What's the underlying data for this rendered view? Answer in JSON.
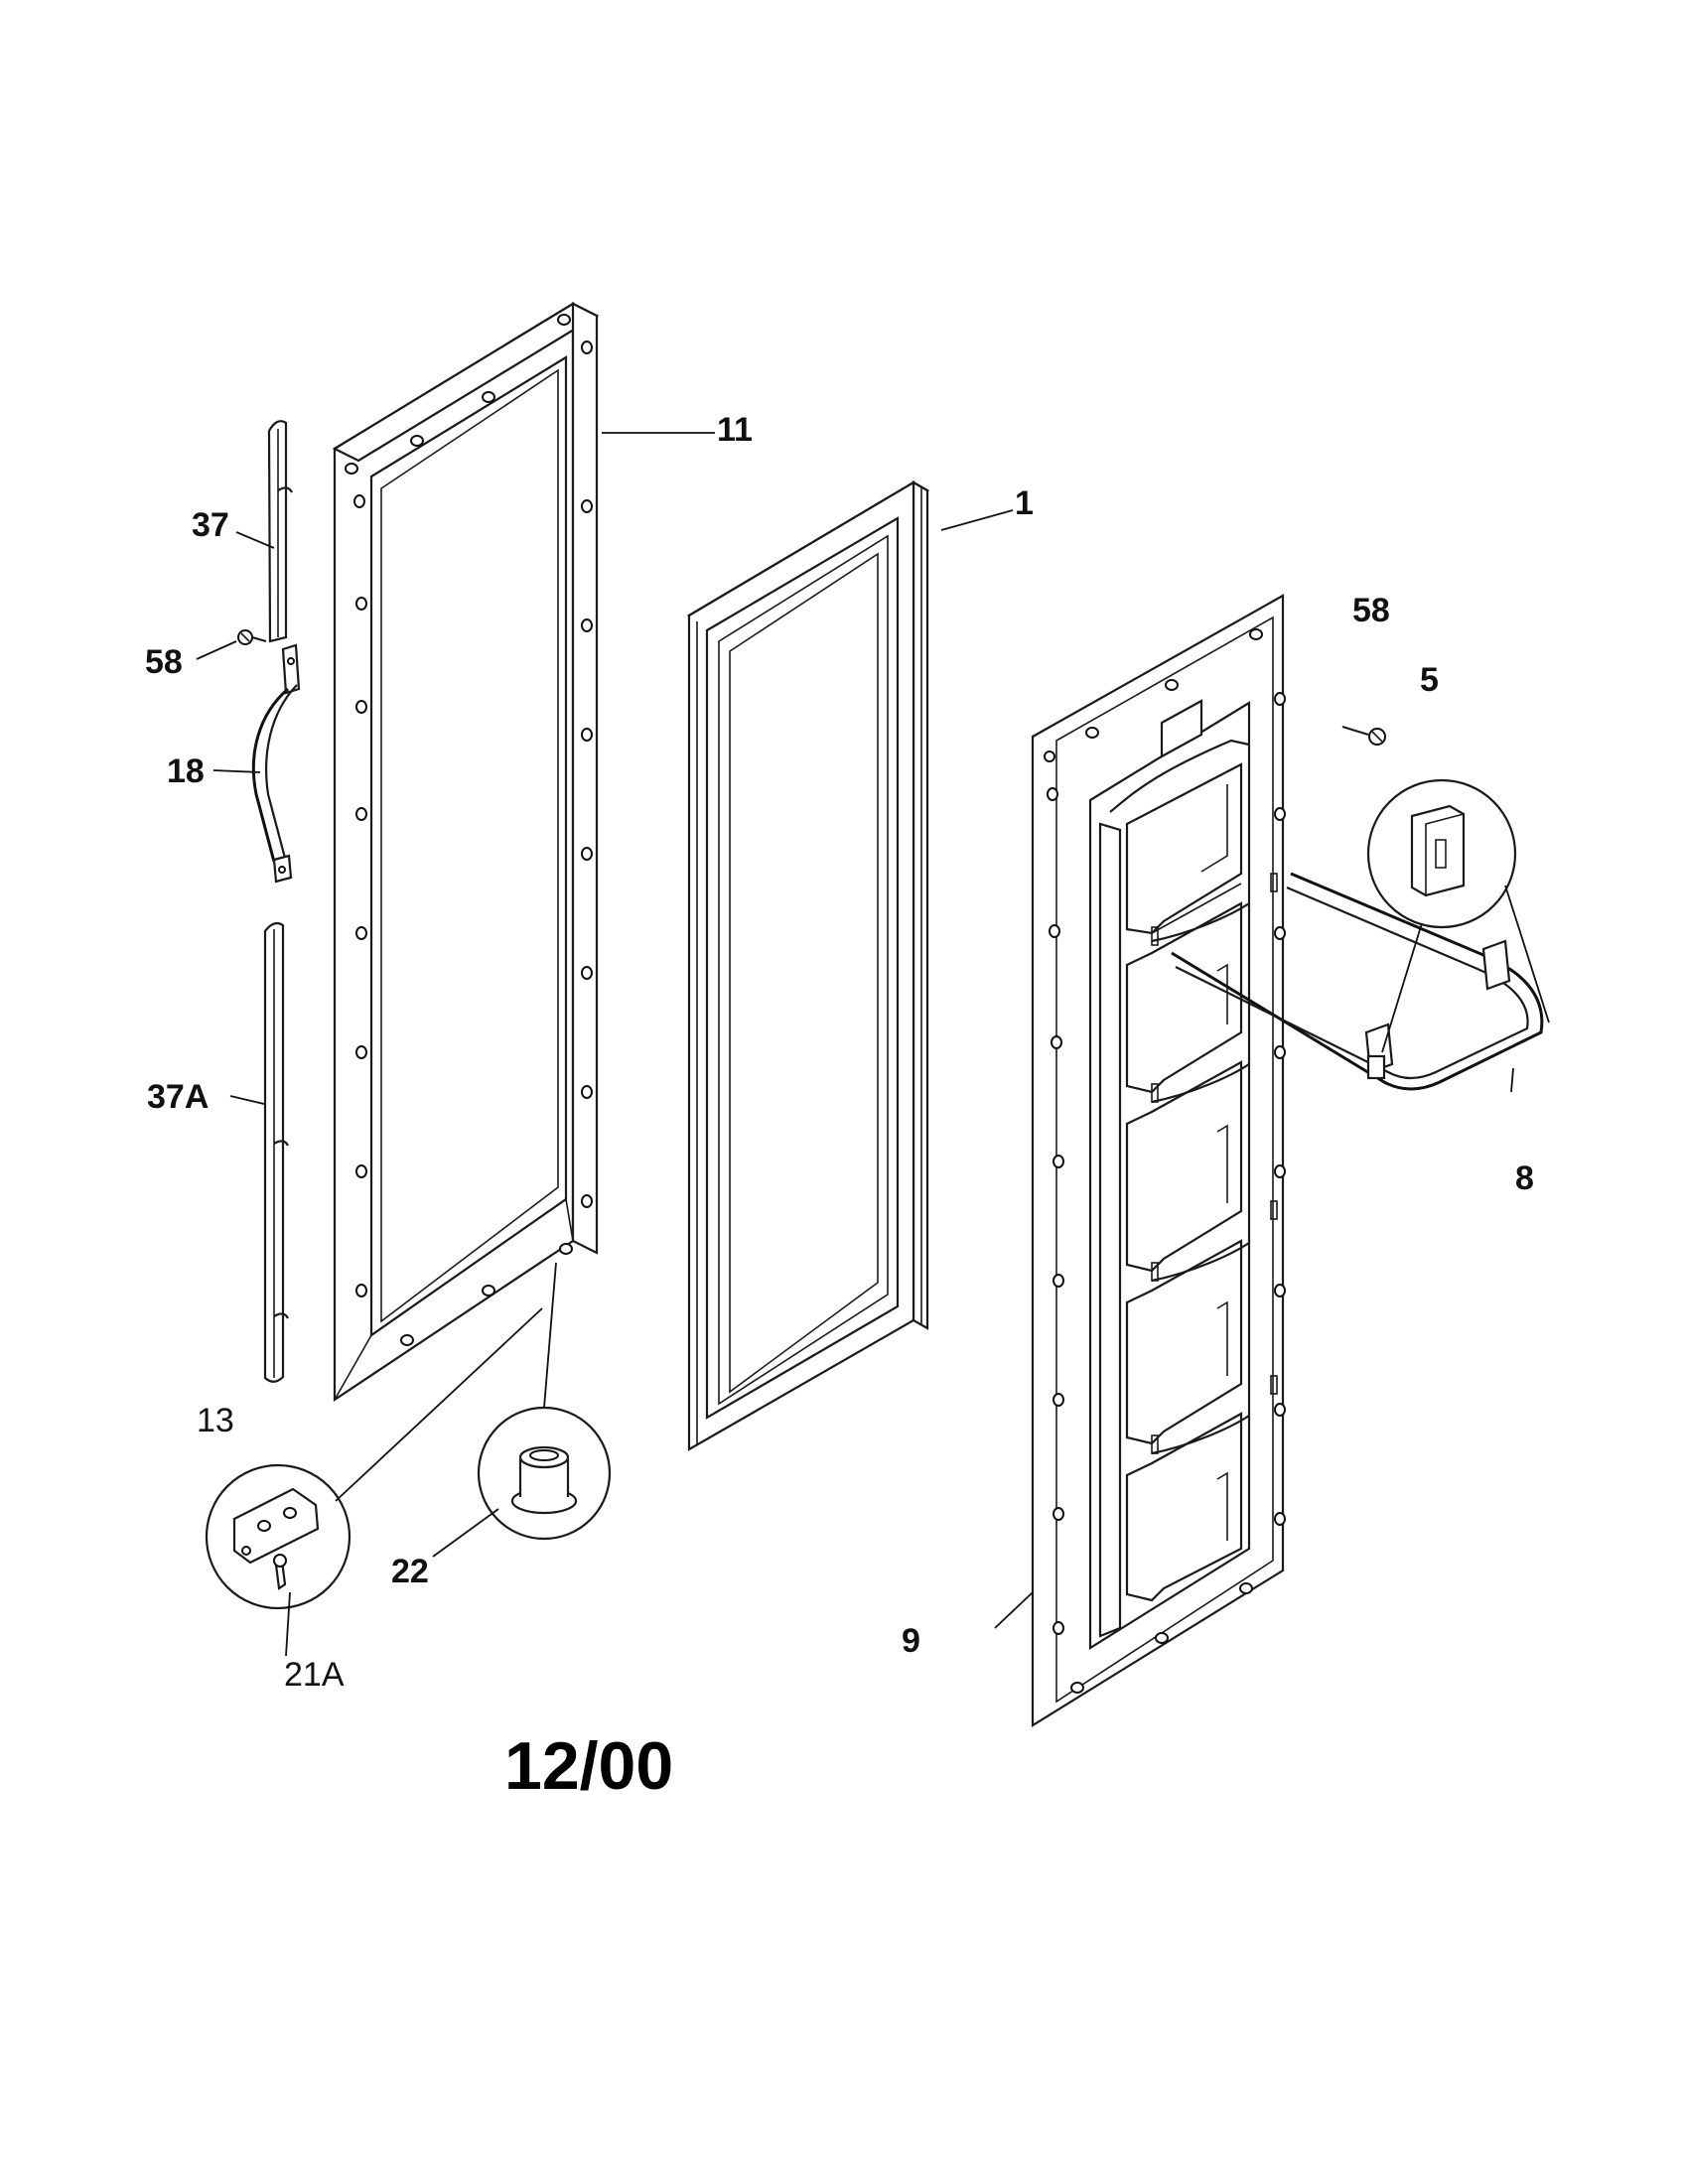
{
  "callouts": {
    "c11": "11",
    "c1": "1",
    "c37": "37",
    "c58a": "58",
    "c18": "18",
    "c37a": "37A",
    "c13": "13",
    "c21a": "21A",
    "c22": "22",
    "c58b": "58",
    "c5": "5",
    "c8": "8",
    "c9": "9"
  },
  "date_code": "12/00"
}
